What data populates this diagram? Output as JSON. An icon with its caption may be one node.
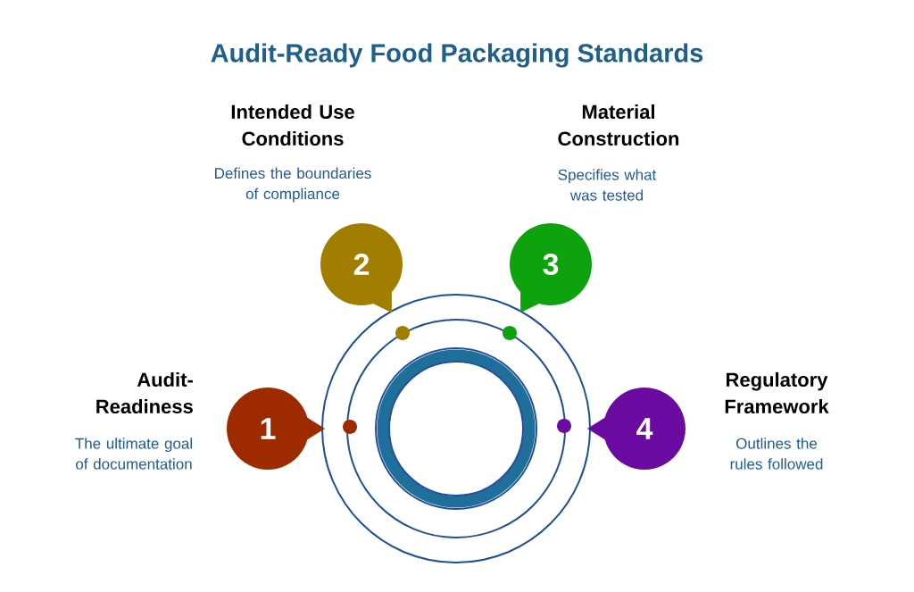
{
  "diagram": {
    "title": "Audit-Ready Food Packaging Standards",
    "nodes": [
      {
        "text": [
          "1"
        ],
        "beside": [
          "Audit-Readiness",
          "The ultimate goal of documentation"
        ]
      },
      {
        "text": [
          "2"
        ],
        "beside": [
          "Intended Use Conditions",
          "Defines the boundaries of compliance"
        ]
      },
      {
        "text": [
          "3"
        ],
        "beside": [
          "Material Construction",
          "Specifies what was tested"
        ]
      },
      {
        "text": [
          "4"
        ],
        "beside": [
          "Regulatory Framework",
          "Outlines the rules followed"
        ]
      }
    ]
  }
}
